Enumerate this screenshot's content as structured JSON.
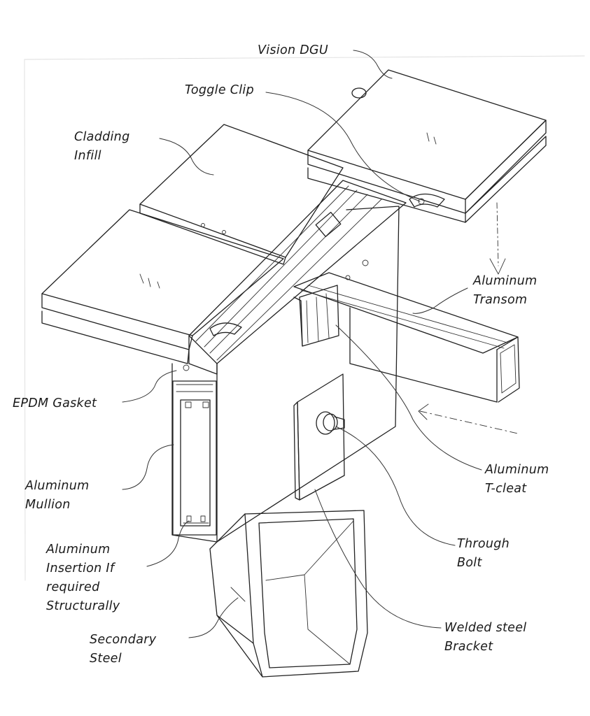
{
  "labels": {
    "vision_dgu": "Vision DGU",
    "toggle_clip": "Toggle Clip",
    "cladding_infill": "Cladding\nInfill",
    "aluminum_transom": "Aluminum\nTransom",
    "epdm_gasket": "EPDM Gasket",
    "aluminum_mullion": "Aluminum\nMullion",
    "aluminum_t_cleat": "Aluminum\nT-cleat",
    "through_bolt": "Through\nBolt",
    "aluminum_insertion": "Aluminum\nInsertion If\nrequired\nStructurally",
    "welded_steel_bracket": "Welded steel\nBracket",
    "secondary_steel": "Secondary\nSteel"
  }
}
